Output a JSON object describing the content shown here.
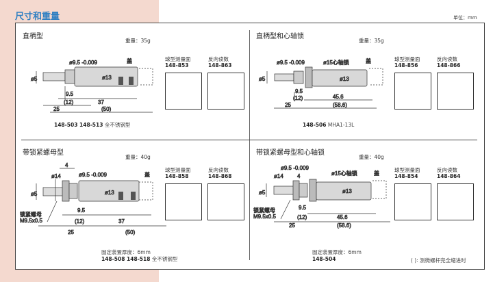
{
  "page": {
    "title": "尺寸和重量",
    "unit": "单位：mm",
    "footnote": "( ): 测微螺杆完全缩进时"
  },
  "thumb_labels": {
    "ball": "球型测量面",
    "reverse": "反向读数"
  },
  "panels": [
    {
      "title": "直柄型",
      "weight": "重量：35g",
      "ball_pn": "148-853",
      "reverse_pn": "148-863",
      "dims": {
        "d_spindle": "ø5",
        "d_sleeve": "ø9.5 -0.009",
        "d_thimble": "ø13",
        "cap": "盖",
        "a": "9.5",
        "b": "(12)",
        "c": "37",
        "d": "25",
        "e": "(50)"
      },
      "models": "148-503  148-513",
      "model_note": "全不锈钢型"
    },
    {
      "title": "直柄型和心轴锁",
      "weight": "重量：35g",
      "ball_pn": "148-856",
      "reverse_pn": "148-866",
      "dims": {
        "d_spindle": "ø5",
        "d_sleeve": "ø9.5 -0.009",
        "lock": "ø15心轴锁",
        "d_thimble": "ø13",
        "cap": "盖",
        "a": "9.5",
        "b": "(12)",
        "c": "45.6",
        "d": "25",
        "e": "(58.6)"
      },
      "models": "148-506",
      "model_note": "MHA1-13L"
    },
    {
      "title": "带锁紧螺母型",
      "weight": "重量：40g",
      "ball_pn": "148-858",
      "reverse_pn": "148-868",
      "dims": {
        "d_spindle": "ø5",
        "d_nut": "ø14",
        "nut_w": "4",
        "d_sleeve": "ø9.5 -0.009",
        "d_thimble": "ø13",
        "cap": "盖",
        "nut": "锁紧螺母",
        "thread": "M9.5x0.5",
        "a": "9.5",
        "b": "(12)",
        "c": "37",
        "d": "25",
        "e": "(50)"
      },
      "mount": "固定装置厚度：6mm",
      "models": "148-508  148-518",
      "model_note": "全不锈钢型"
    },
    {
      "title": "带锁紧螺母型和心轴锁",
      "weight": "重量：40g",
      "ball_pn": "148-854",
      "reverse_pn": "148-864",
      "dims": {
        "d_spindle": "ø5",
        "d_nut": "ø14",
        "nut_w": "4",
        "d_sleeve": "ø9.5 -0.009",
        "lock": "ø15心轴锁",
        "d_thimble": "ø13",
        "cap": "盖",
        "nut": "锁紧螺母",
        "thread": "M9.5x0.5",
        "a": "9.5",
        "b": "(12)",
        "c": "45.6",
        "d": "25",
        "e": "(58.6)"
      },
      "mount": "固定装置厚度：6mm",
      "models": "148-504"
    }
  ]
}
